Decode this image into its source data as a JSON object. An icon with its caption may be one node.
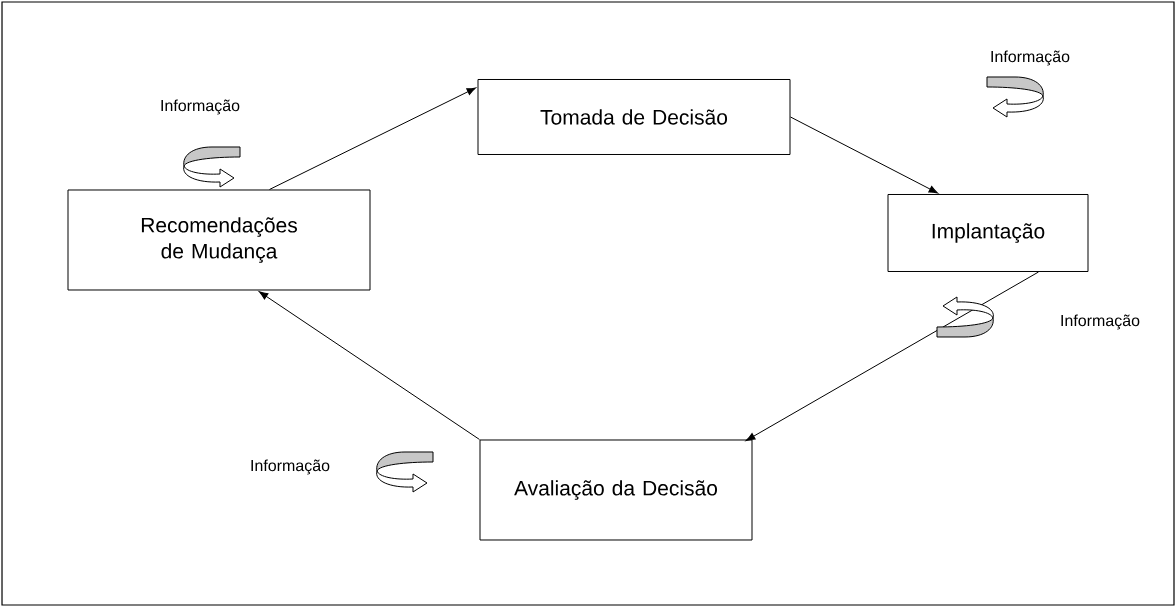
{
  "diagram": {
    "nodes": [
      {
        "text": [
          "Tomada de Decisão"
        ]
      },
      {
        "text": [
          "Implantação"
        ]
      },
      {
        "text": [
          "Avaliação da Decisão"
        ]
      },
      {
        "text": [
          "Recomendações de Mudança"
        ]
      }
    ],
    "edges": [
      {
        "from": 3,
        "to": 0,
        "arrow": "to"
      },
      {
        "from": 0,
        "to": 1,
        "arrow": "to"
      },
      {
        "from": 1,
        "to": 2,
        "arrow": "to"
      },
      {
        "from": 2,
        "to": 3,
        "arrow": "to"
      }
    ],
    "labels": [
      "Informação",
      "Informação",
      "Informação",
      "Informação"
    ]
  }
}
